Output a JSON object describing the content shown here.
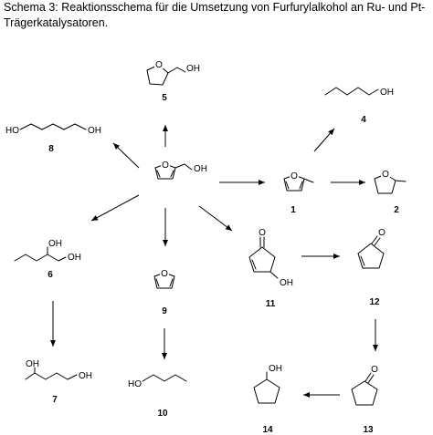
{
  "caption": {
    "line1": "Schema 3: Reaktionsschema für die Umsetzung von Furfurylalkohol an Ru- und Pt-",
    "line2": "Trägerkatalysatoren."
  },
  "compounds": {
    "furfuryl_alcohol": {
      "oh": "OH",
      "o": "O"
    },
    "c5": {
      "oh": "OH",
      "o": "O",
      "number": "5"
    },
    "c8": {
      "ho": "HO",
      "oh": "OH",
      "number": "8"
    },
    "c4": {
      "oh": "OH",
      "number": "4"
    },
    "c1": {
      "o": "O",
      "number": "1"
    },
    "c2": {
      "o": "O",
      "number": "2"
    },
    "c6": {
      "oh1": "OH",
      "oh2": "OH",
      "number": "6"
    },
    "c9": {
      "o": "O",
      "number": "9"
    },
    "c11": {
      "o": "O",
      "oh": "OH",
      "number": "11"
    },
    "c12": {
      "o": "O",
      "number": "12"
    },
    "c7": {
      "oh1": "OH",
      "oh2": "OH",
      "number": "7"
    },
    "c10": {
      "ho": "HO",
      "number": "10"
    },
    "c14": {
      "oh": "OH",
      "number": "14"
    },
    "c13": {
      "o": "O",
      "number": "13"
    }
  }
}
